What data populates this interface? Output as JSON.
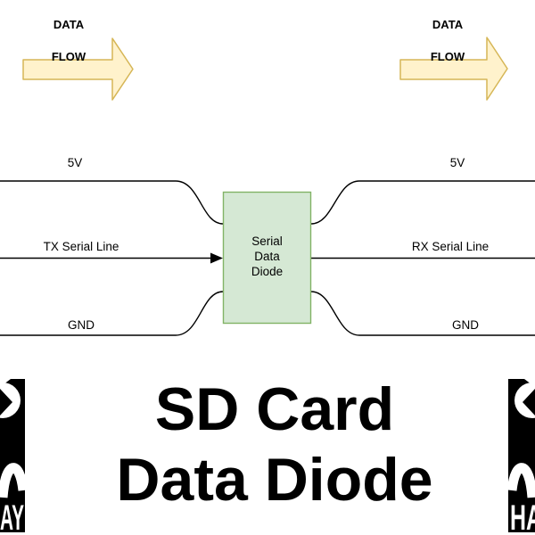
{
  "colors": {
    "background": "#ffffff",
    "flow_arrow_fill": "#FFF2CC",
    "flow_arrow_stroke": "#D6B656",
    "diode_box_fill": "#D5E8D4",
    "diode_box_stroke": "#82B366",
    "wire_stroke": "#000000",
    "logo_background": "#000000",
    "logo_foreground": "#ffffff",
    "text": "#000000"
  },
  "flow": {
    "left": {
      "line1": "DATA",
      "line2": "FLOW"
    },
    "right": {
      "line1": "DATA",
      "line2": "FLOW"
    }
  },
  "wires": {
    "left_top_label": "5V",
    "left_mid_label": "TX Serial Line",
    "left_bottom_label": "GND",
    "right_top_label": "5V",
    "right_mid_label": "RX Serial Line",
    "right_bottom_label": "GND"
  },
  "diode_box": {
    "line1": "Serial",
    "line2": "Data",
    "line3": "Diode"
  },
  "title": {
    "line1": "SD Card",
    "line2": "Data Diode"
  },
  "logos": {
    "left_visible_text": "AY",
    "right_visible_text": "HA"
  }
}
